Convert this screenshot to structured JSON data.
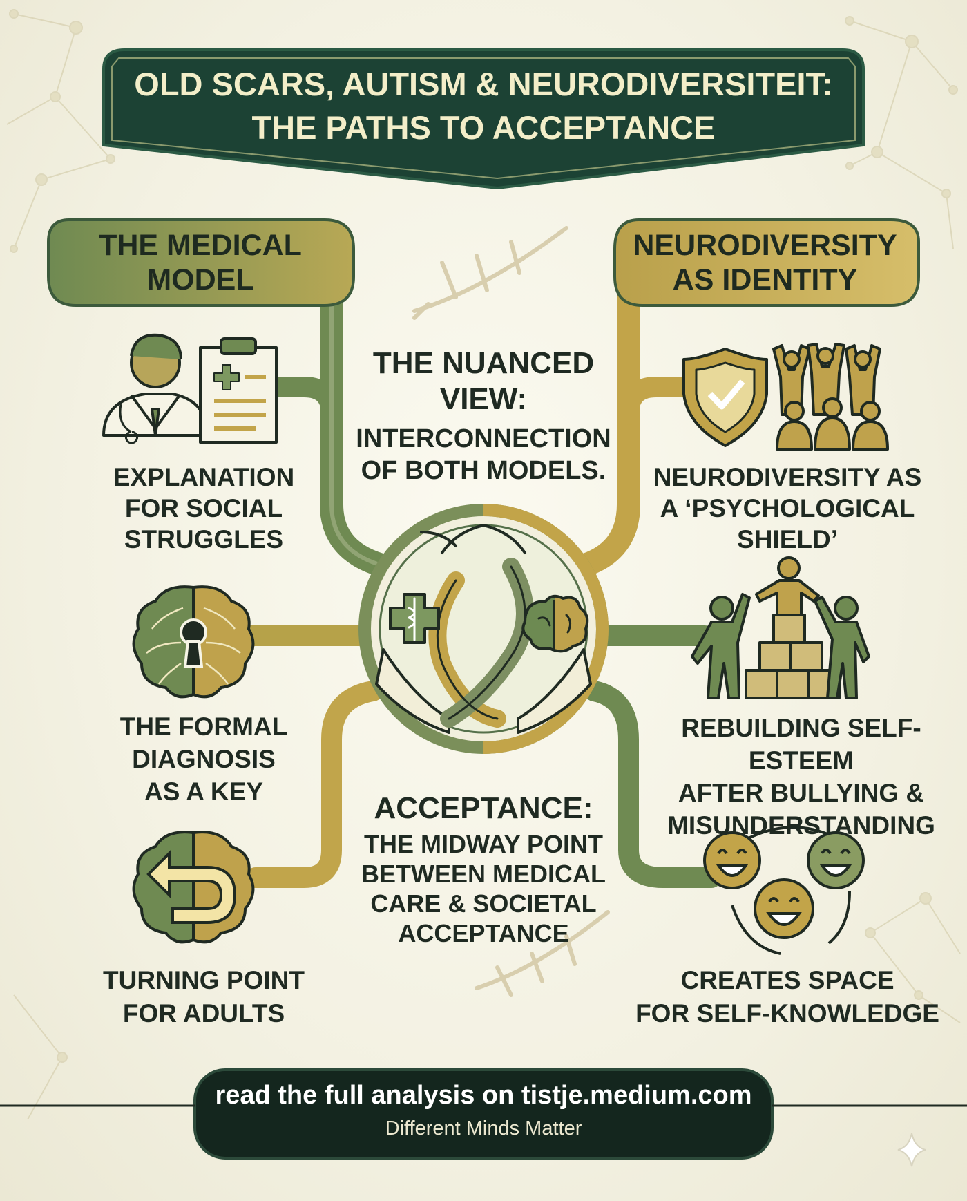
{
  "title": {
    "line1": "OLD SCARS, AUTISM & NEURODIVERSITEIT:",
    "line2": "THE PATHS TO ACCEPTANCE"
  },
  "medical_model": {
    "label_line1": "THE MEDICAL",
    "label_line2": "MODEL",
    "items": [
      {
        "lines": [
          "EXPLANATION",
          "FOR SOCIAL",
          "STRUGGLES"
        ],
        "icon": "doctor-clipboard-icon"
      },
      {
        "lines": [
          "THE FORMAL",
          "DIAGNOSIS",
          "AS A KEY"
        ],
        "icon": "brain-keyhole-icon"
      },
      {
        "lines": [
          "TURNING POINT",
          "FOR ADULTS"
        ],
        "icon": "brain-uturn-arrow-icon"
      }
    ]
  },
  "neurodiversity": {
    "label_line1": "NEURODIVERSITY",
    "label_line2": "AS IDENTITY",
    "items": [
      {
        "lines": [
          "NEURODIVERSITY AS",
          "A ‘PSYCHOLOGICAL",
          "SHIELD’"
        ],
        "icon": "shield-checkmark-group-icon"
      },
      {
        "lines": [
          "REBUILDING SELF-ESTEEM",
          "AFTER BULLYING &",
          "MISUNDERSTANDING"
        ],
        "icon": "people-building-blocks-icon"
      },
      {
        "lines": [
          "CREATES SPACE",
          "FOR SELF-KNOWLEDGE"
        ],
        "icon": "smiling-faces-icon"
      }
    ]
  },
  "nuanced_view": {
    "title_line1": "THE NUANCED",
    "title_line2": "VIEW:",
    "sub_line1": "INTERCONNECTION",
    "sub_line2": "OF BOTH MODELS."
  },
  "acceptance": {
    "title": "ACCEPTANCE:",
    "lines": [
      "THE MIDWAY POINT",
      "BETWEEN MEDICAL",
      "CARE & SOCIETAL",
      "ACCEPTANCE"
    ]
  },
  "center_icon": "hands-holding-medical-cross-and-brain-icon",
  "footer": {
    "cta": "read the full analysis on tistje.medium.com",
    "tagline": "Different Minds Matter"
  },
  "colors": {
    "dark_green": "#1e4536",
    "olive_green": "#6f8a52",
    "mustard": "#c2a449",
    "cream": "#f6f4e6",
    "footer_dark": "#14261e"
  }
}
